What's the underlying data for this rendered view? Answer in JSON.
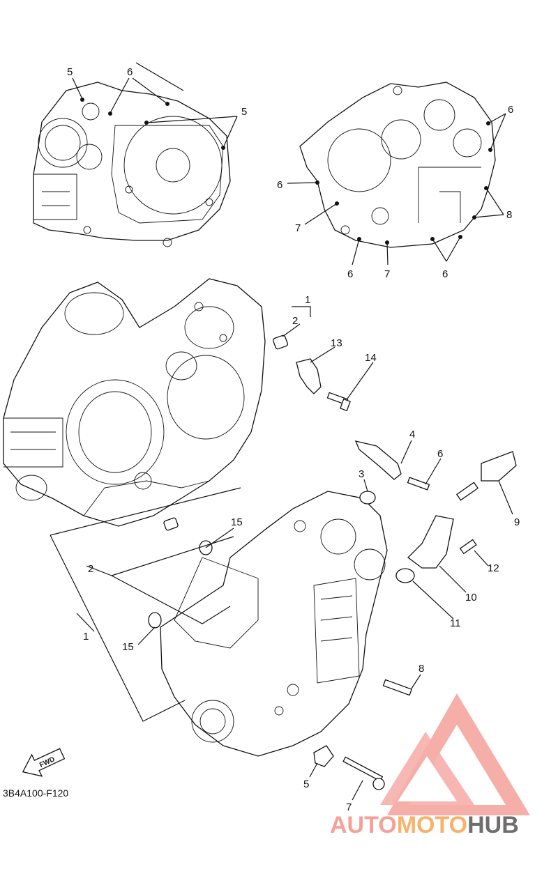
{
  "diagram": {
    "code": "3B4A100-F120",
    "fwd_label": "FWD"
  },
  "callouts": {
    "top_left": [
      "5",
      "6",
      "5"
    ],
    "top_right": [
      "6",
      "6",
      "7",
      "8",
      "6",
      "7",
      "6"
    ],
    "main": [
      "1",
      "2",
      "13",
      "14",
      "4",
      "6",
      "3",
      "9",
      "15",
      "2",
      "12",
      "10",
      "11",
      "1",
      "15",
      "8",
      "5",
      "7"
    ]
  },
  "watermark": {
    "word_a": "AUTO",
    "word_b": "MOTO",
    "word_c": "HUB",
    "color_a": "#f5a19a",
    "color_b": "#f7b36b",
    "color_c": "#6e6e6e"
  }
}
